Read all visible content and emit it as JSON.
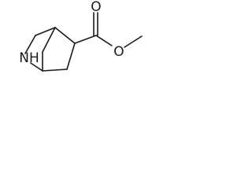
{
  "molecule": {
    "atoms": {
      "ring_nitrogen": "NH",
      "carbonyl_oxygen": "O",
      "ester_oxygen": "O"
    }
  }
}
